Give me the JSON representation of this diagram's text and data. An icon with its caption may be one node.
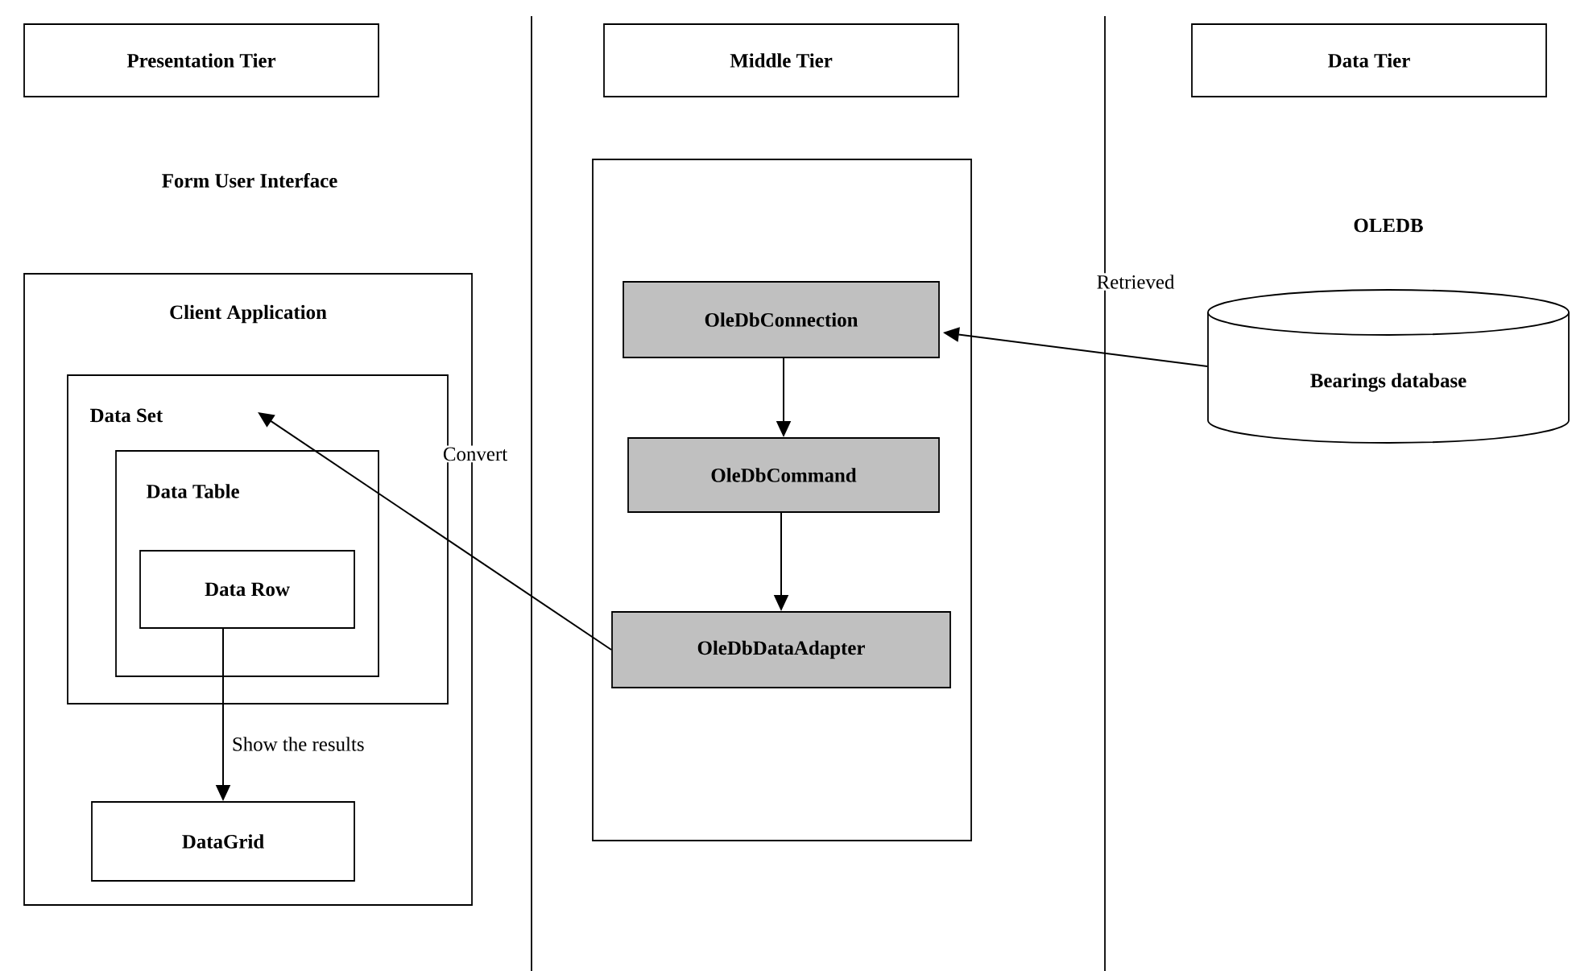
{
  "diagram": {
    "nodes": [
      {
        "text": [
          "Presentation Tier"
        ]
      },
      {
        "text": [
          "Middle Tier"
        ]
      },
      {
        "text": [
          "Data Tier"
        ]
      },
      {
        "text": [
          "Client Application"
        ]
      },
      {
        "text": [
          "Data Set"
        ],
        "in": 3
      },
      {
        "text": [
          "Data Table"
        ],
        "in": 4
      },
      {
        "text": [
          "Data Row"
        ],
        "in": 5
      },
      {
        "text": [
          "DataGrid"
        ],
        "in": 3
      },
      {
        "text": [],
        "shape": "box"
      },
      {
        "text": [
          "OleDbConnection"
        ],
        "in": 8
      },
      {
        "text": [
          "OleDbCommand"
        ],
        "in": 8
      },
      {
        "text": [
          "OleDbDataAdapter"
        ],
        "in": 8
      },
      {
        "text": [
          "OLEDB",
          "Bearings database"
        ]
      }
    ],
    "edges": [
      {
        "from": 12,
        "to": 9,
        "arrow": "to",
        "label": "Retrieved"
      },
      {
        "from": 9,
        "to": 10,
        "arrow": "to"
      },
      {
        "from": 10,
        "to": 11,
        "arrow": "to"
      },
      {
        "from": 11,
        "to": 4,
        "arrow": "to",
        "label": "Convert"
      },
      {
        "from": 6,
        "to": 7,
        "arrow": "to",
        "label": "Show the results"
      }
    ],
    "labels": [
      "Form User Interface"
    ]
  }
}
